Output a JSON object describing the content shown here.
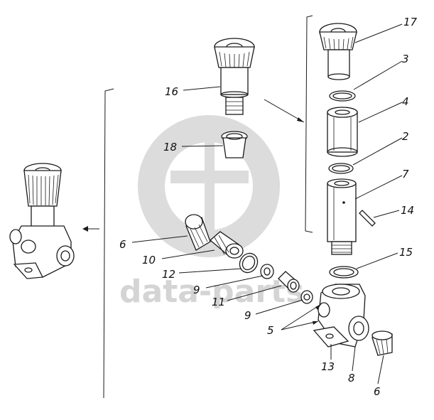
{
  "watermark": {
    "text": "data-parts",
    "color": "#cfcfcf"
  },
  "labels": {
    "l17": "17",
    "l3": "3",
    "l16": "16",
    "l4": "4",
    "l2": "2",
    "l18": "18",
    "l7": "7",
    "l14": "14",
    "l6a": "6",
    "l10": "10",
    "l15": "15",
    "l12": "12",
    "l9a": "9",
    "l11": "11",
    "l9b": "9",
    "l5": "5",
    "l13": "13",
    "l8": "8",
    "l6b": "6"
  }
}
